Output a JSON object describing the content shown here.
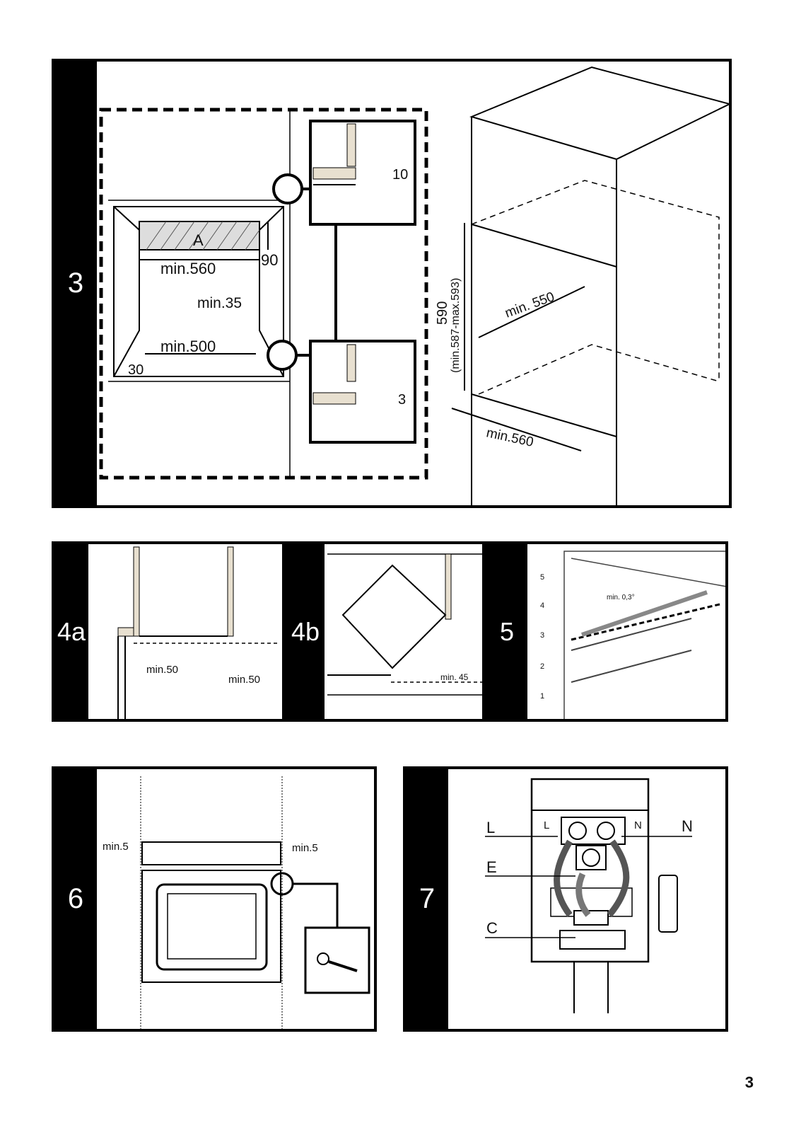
{
  "page_number": "3",
  "figures": {
    "fig3": {
      "tab": "3",
      "label_a": "A",
      "dim_min560": "min.560",
      "dim_90": "90",
      "dim_min35": "min.35",
      "dim_min500": "min.500",
      "dim_30": "30",
      "dim_10": "10",
      "dim_3": "3",
      "dim_590": "590",
      "dim_range": "(min.587-max.593)",
      "dim_min550": "min. 550",
      "dim_min560_bottom": "min.560"
    },
    "fig4a": {
      "tab": "4a",
      "dim_left": "min.50",
      "dim_right": "min.50"
    },
    "fig4b": {
      "tab": "4b",
      "dim": "min. 45"
    },
    "fig5": {
      "tab": "5",
      "dim": "min. 0,3°",
      "levels": [
        "5",
        "4",
        "3",
        "2",
        "1"
      ]
    },
    "fig6": {
      "tab": "6",
      "dim_left": "min.5",
      "dim_right": "min.5"
    },
    "fig7": {
      "tab": "7",
      "label_L_outer": "L",
      "label_L_inner": "L",
      "label_N_inner": "N",
      "label_N_outer": "N",
      "label_E": "E",
      "label_C": "C"
    }
  }
}
